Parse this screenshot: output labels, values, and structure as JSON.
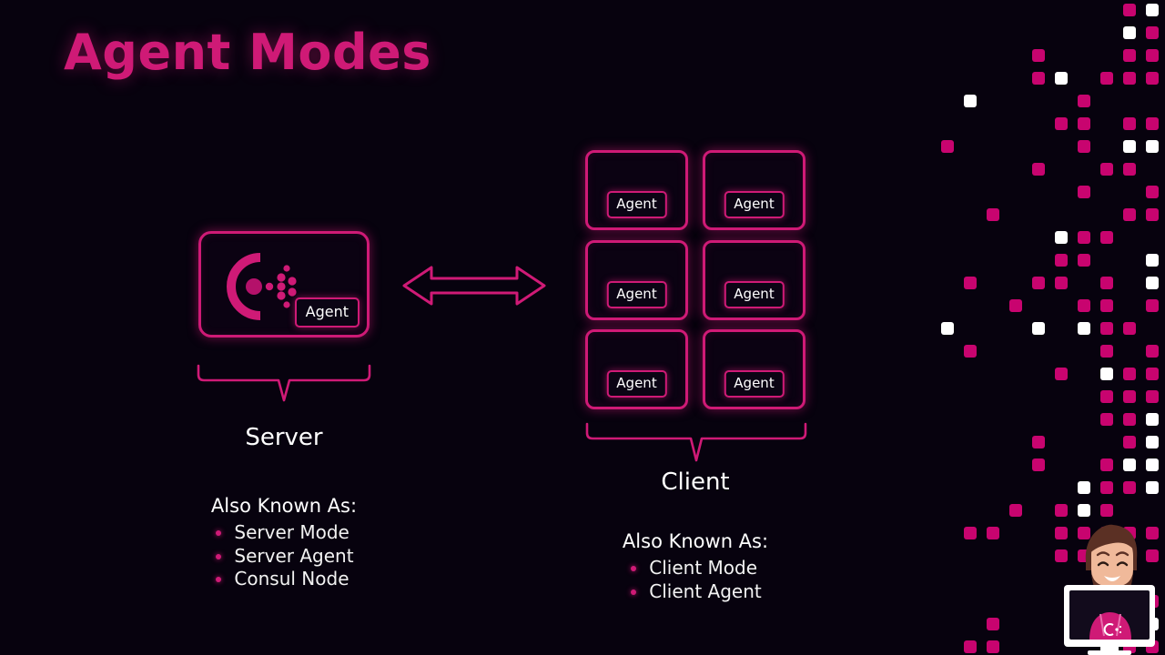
{
  "slide": {
    "title": "Agent Modes",
    "background_color": "#07020d",
    "accent_color": "#cf1a76",
    "text_color": "#ffffff"
  },
  "server": {
    "label": "Server",
    "agent_badge": "Agent",
    "logo_name": "consul-logo",
    "aka_title": "Also Known As:",
    "aka_items": [
      {
        "label": "Server Mode"
      },
      {
        "label": "Server Agent"
      },
      {
        "label": "Consul Node"
      }
    ]
  },
  "client": {
    "label": "Client",
    "aka_title": "Also Known As:",
    "aka_items": [
      {
        "label": "Client Mode"
      },
      {
        "label": "Client Agent"
      }
    ],
    "nodes": [
      {
        "agent_badge": "Agent"
      },
      {
        "agent_badge": "Agent"
      },
      {
        "agent_badge": "Agent"
      },
      {
        "agent_badge": "Agent"
      },
      {
        "agent_badge": "Agent"
      },
      {
        "agent_badge": "Agent"
      }
    ]
  },
  "connector": {
    "name": "bidirectional-arrow"
  },
  "decor": {
    "pixel_field_name": "pixel-square-field",
    "pink": "#c8046f",
    "white": "#ffffff"
  },
  "webcam": {
    "name": "presenter-webcam-avatar"
  }
}
